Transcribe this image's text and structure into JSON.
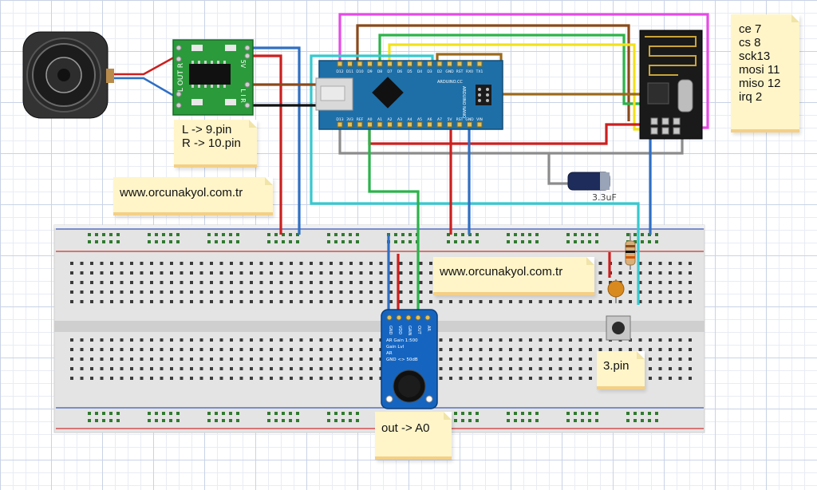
{
  "notes": {
    "pins": {
      "lines": [
        "ce 7",
        "cs 8",
        "sck13",
        "mosi 11",
        "miso 12",
        "irq 2"
      ]
    },
    "amp_pins": {
      "lines": [
        "L -> 9.pin",
        "R -> 10.pin"
      ]
    },
    "site_left": {
      "text": "www.orcunakyol.com.tr"
    },
    "site_center": {
      "text": "www.orcunakyol.com.tr"
    },
    "button_pin": {
      "text": "3.pin"
    },
    "mic_out": {
      "text": "out -> A0"
    }
  },
  "capacitor": {
    "label": "3.3uF"
  },
  "amp": {
    "labels": {
      "l_out": "L OUT R",
      "v5": "5V",
      "lr": "L I R"
    }
  },
  "arduino": {
    "brand": "ARDUINO.CC",
    "model": "ARDUINO NANO",
    "top_pins": [
      "D12",
      "D11",
      "D10",
      "D9",
      "D8",
      "D7",
      "D6",
      "D5",
      "D4",
      "D3",
      "D2",
      "GND",
      "RST",
      "RX0",
      "TX1"
    ],
    "bottom_pins": [
      "D13",
      "3V3",
      "REF",
      "A0",
      "A1",
      "A2",
      "A3",
      "A4",
      "A5",
      "A6",
      "A7",
      "5V",
      "RST",
      "GND",
      "VIN"
    ]
  },
  "mic_module": {
    "pins": [
      "GND",
      "VDD",
      "GAIN",
      "OUT",
      "AR"
    ],
    "lines": [
      "AR Gain 1:500",
      "Gain Lvl",
      "AR",
      "GND <> 50dB"
    ]
  },
  "colors": {
    "magenta": "#e64be6",
    "brown": "#8a4a1a",
    "green": "#2cb34a",
    "yellow": "#f2e21a",
    "ochre": "#9c6a1c",
    "blue": "#2f6fc4",
    "red": "#cc1f1f",
    "cyan": "#36c9cf",
    "gray": "#8c8c8c",
    "black": "#111111",
    "board_teal": "#1c7f8c",
    "nano_blue": "#1e6fa8",
    "breadboard": "#e6e6e6"
  },
  "icons": [
    "speaker-icon",
    "capacitor-icon",
    "resistor-icon",
    "push-button-icon",
    "microphone-icon",
    "antenna-icon"
  ]
}
